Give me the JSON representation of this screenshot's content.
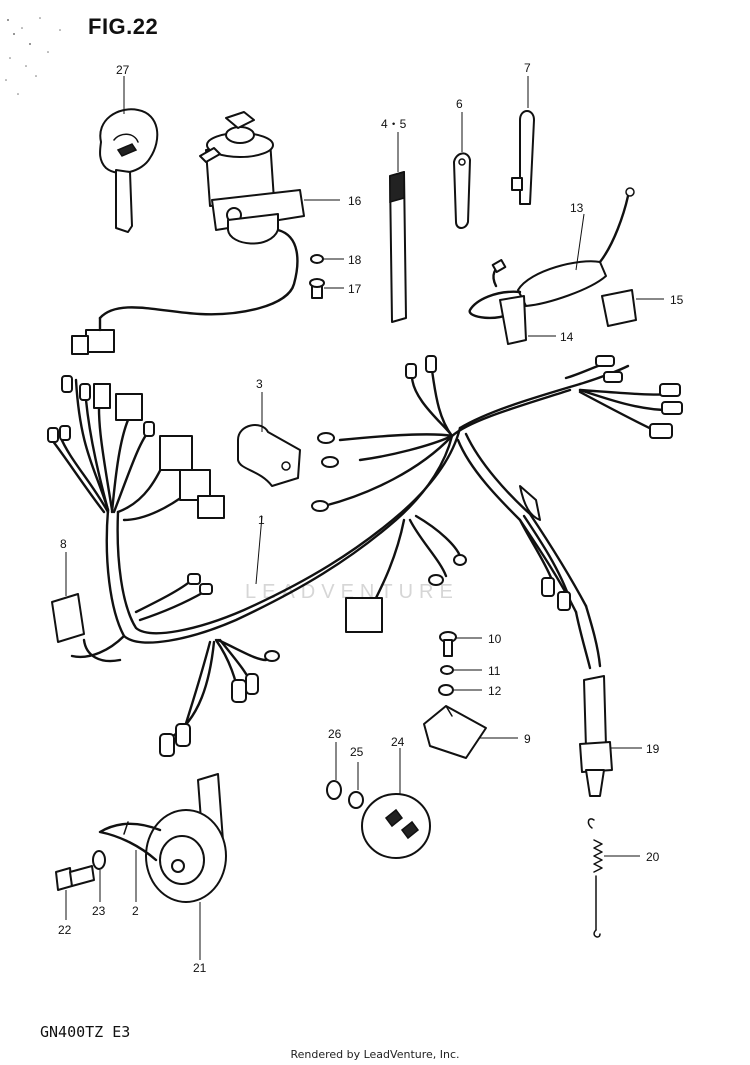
{
  "figure": {
    "title": "FIG.22",
    "model": "GN400TZ  E3",
    "watermark": "LEADVENTURE",
    "footer": "Rendered by LeadVenture, Inc."
  },
  "callouts": {
    "c1": "1",
    "c2": "2",
    "c3": "3",
    "c45": "4・5",
    "c6": "6",
    "c7": "7",
    "c8": "8",
    "c9": "9",
    "c10": "10",
    "c11": "11",
    "c12": "12",
    "c13": "13",
    "c14": "14",
    "c15": "15",
    "c16": "16",
    "c17": "17",
    "c18": "18",
    "c19": "19",
    "c20": "20",
    "c21": "21",
    "c22": "22",
    "c23": "23",
    "c24": "24",
    "c25": "25",
    "c26": "26",
    "c27": "27"
  }
}
